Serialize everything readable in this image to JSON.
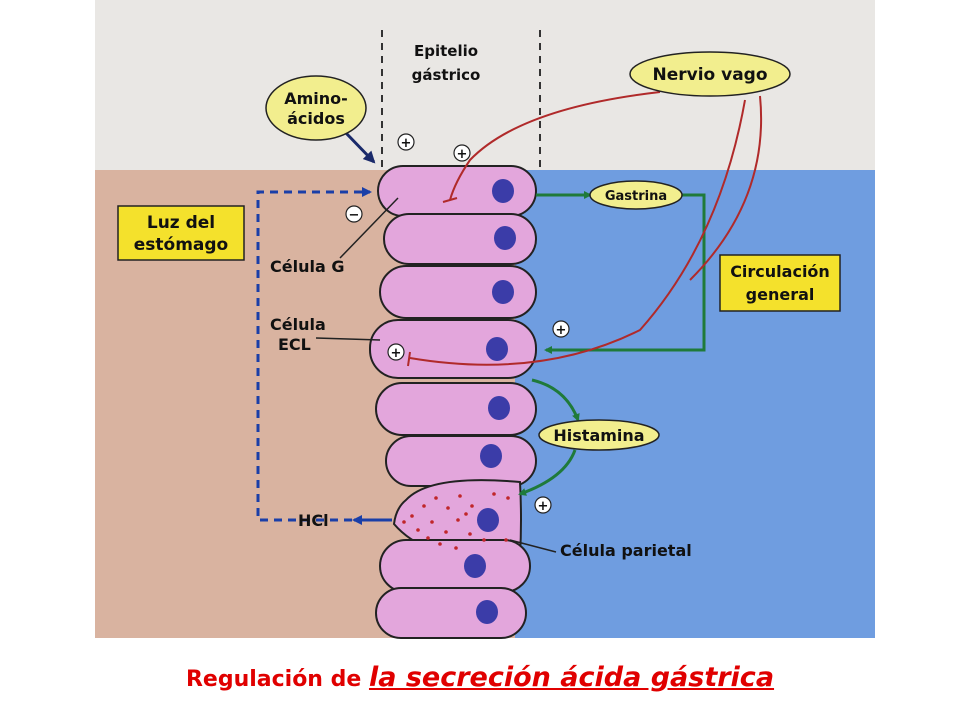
{
  "labels": {
    "epitelio_line1": "Epitelio",
    "epitelio_line2": "gástrico",
    "amino_line1": "Amino-",
    "amino_line2": "ácidos",
    "nervio_vago": "Nervio vago",
    "gastrina": "Gastrina",
    "histamina": "Histamina",
    "luz_line1": "Luz del",
    "luz_line2": "estómago",
    "circ_line1": "Circulación",
    "circ_line2": "general",
    "celula_g": "Célula G",
    "celula_ecl_line1": "Célula",
    "celula_ecl_line2": "ECL",
    "hcl": "HCl",
    "celula_parietal": "Célula parietal",
    "plus": "+",
    "minus": "−"
  },
  "caption": {
    "part1": "Regulación de ",
    "part2": "la secreción ácida gástrica"
  },
  "colors": {
    "lumen": "#d9b3a0",
    "blood": "#6f9de0",
    "cell_fill": "#e3a6dc",
    "nucleus": "#3b3ca8",
    "green_arrow": "#1f7a3a",
    "nerve": "#b02a2a",
    "label_box": "#f4e12c",
    "oval_fill": "#f2ee8e",
    "dashed_blue": "#1a3fa8",
    "caption": "#e00000"
  }
}
